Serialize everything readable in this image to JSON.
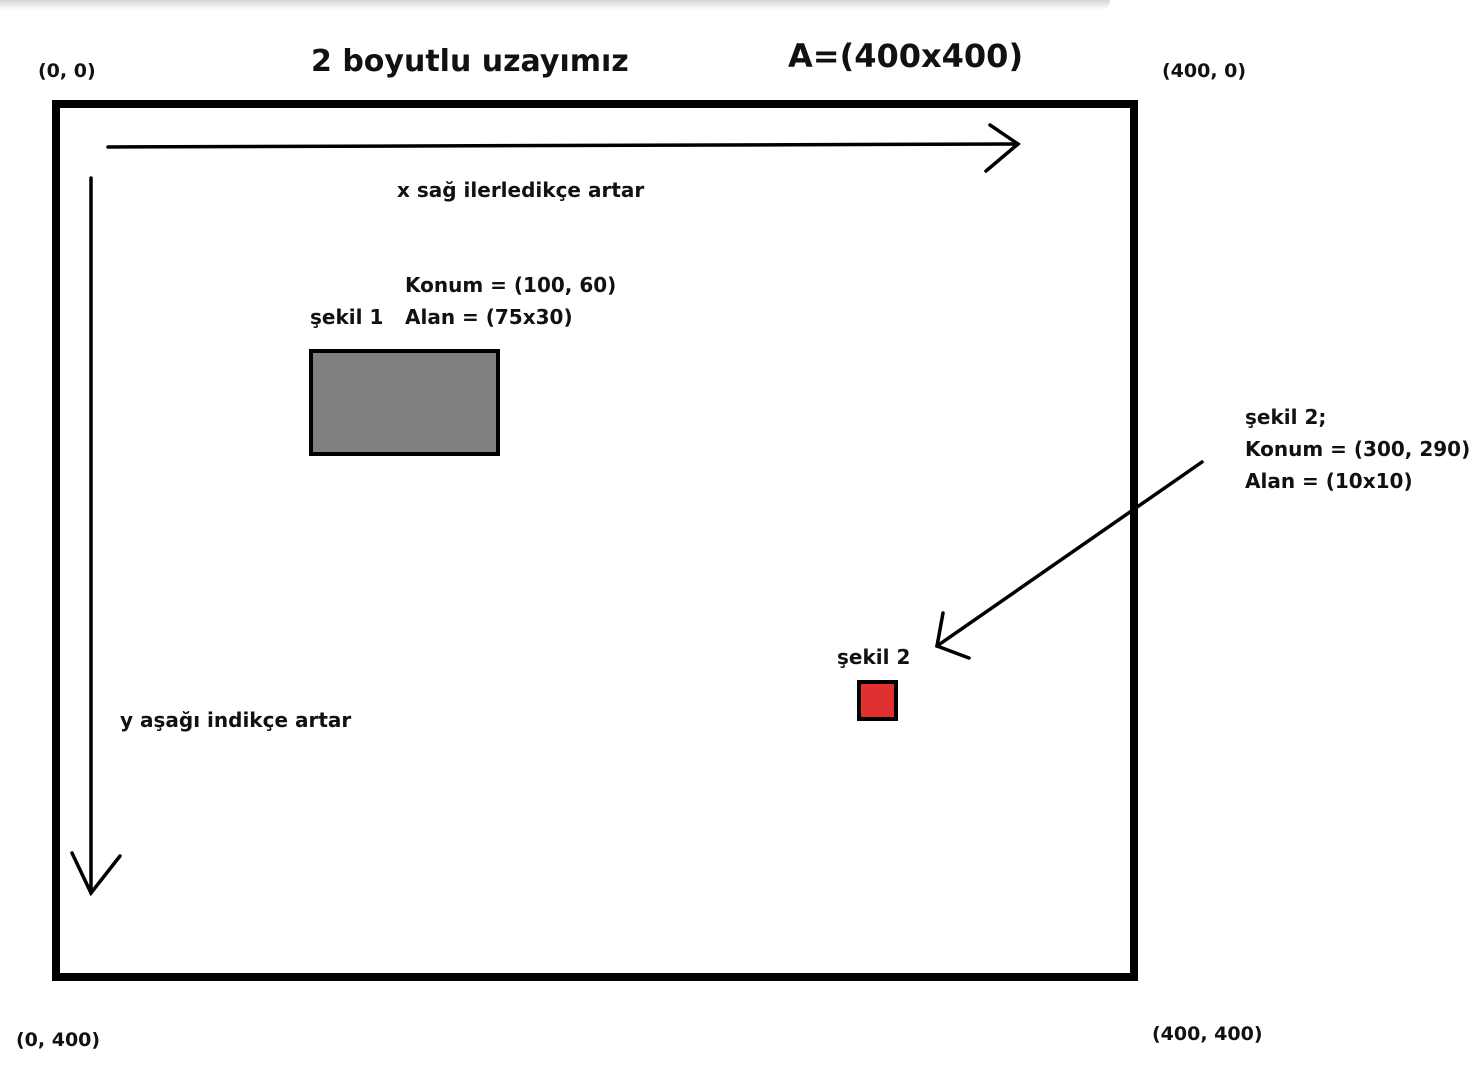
{
  "title": "2 boyutlu uzayımız",
  "space_size": "A=(400x400)",
  "corners": {
    "top_left": "(0, 0)",
    "top_right": "(400, 0)",
    "bottom_left": "(0, 400)",
    "bottom_right": "(400, 400)"
  },
  "axes": {
    "x_text": "x sağ ilerledikçe artar",
    "y_text": "y aşağı indikçe artar"
  },
  "shape1": {
    "name": "şekil 1",
    "position": "Konum = (100, 60)",
    "size": "Alan = (75x30)",
    "color": "#808080"
  },
  "shape2": {
    "name": "şekil 2",
    "callout_title": "şekil 2;",
    "position": "Konum = (300, 290)",
    "size": "Alan = (10x10)",
    "color": "#e03030"
  }
}
